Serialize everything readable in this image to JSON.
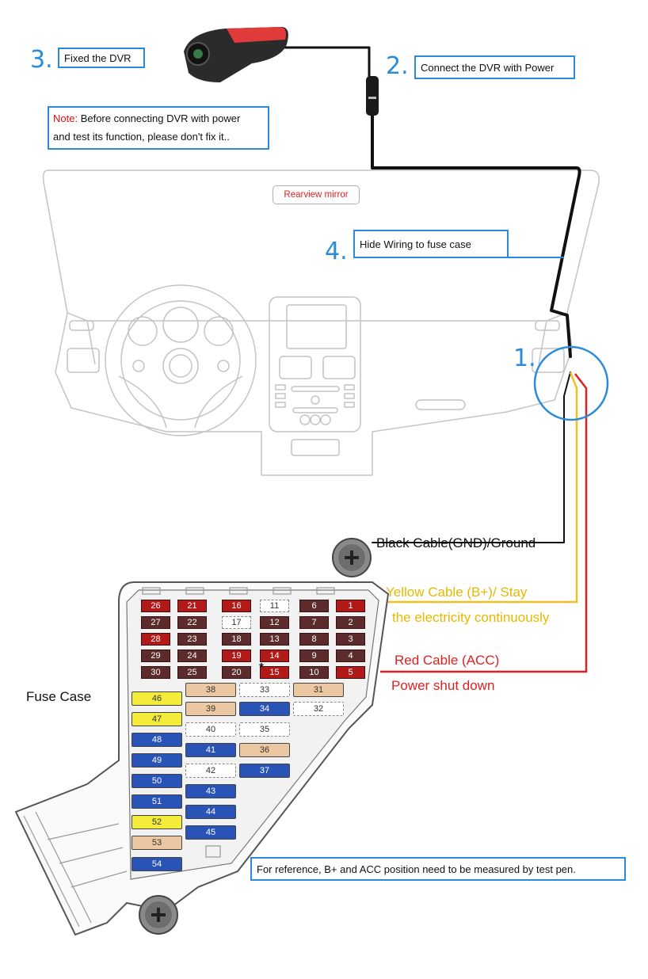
{
  "steps": {
    "fixed": {
      "num": "3.",
      "label": "Fixed the DVR"
    },
    "connect": {
      "num": "2.",
      "label": "Connect the DVR with Power"
    },
    "hide": {
      "num": "4.",
      "label": "Hide Wiring to fuse case"
    },
    "fuse_point": {
      "num": "1."
    }
  },
  "note": {
    "prefix": "Note:",
    "line1": " Before connecting DVR with power",
    "line2": "and test its function, please don't fix it.."
  },
  "mirror_label": "Rearview mirror",
  "cables": {
    "black": "Black Cable(GND)/Ground",
    "yellow_line1": "Yellow Cable (B+)/ Stay",
    "yellow_line2": "the electricity continuously",
    "red_line1": "Red Cable (ACC)",
    "red_line2": "Power shut down"
  },
  "fuse_case_label": "Fuse Case",
  "reference_note": "For reference, B+ and ACC position need to be measured by test pen.",
  "colors": {
    "accent_blue": "#2a8bdc",
    "yellow_cable": "#f0c020",
    "red_cable": "#e02020",
    "black_cable": "#111111"
  },
  "fuses": {
    "upper": [
      {
        "n": "26",
        "c": "red"
      },
      {
        "n": "21",
        "c": "red"
      },
      {
        "n": "16",
        "c": "red"
      },
      {
        "n": "11",
        "c": "white"
      },
      {
        "n": "6",
        "c": "dark"
      },
      {
        "n": "1",
        "c": "red"
      },
      {
        "n": "27",
        "c": "dark"
      },
      {
        "n": "22",
        "c": "dark"
      },
      {
        "n": "17",
        "c": "white"
      },
      {
        "n": "12",
        "c": "dark"
      },
      {
        "n": "7",
        "c": "dark"
      },
      {
        "n": "2",
        "c": "dark"
      },
      {
        "n": "28",
        "c": "red"
      },
      {
        "n": "23",
        "c": "dark"
      },
      {
        "n": "18",
        "c": "dark"
      },
      {
        "n": "13",
        "c": "dark"
      },
      {
        "n": "8",
        "c": "dark"
      },
      {
        "n": "3",
        "c": "dark"
      },
      {
        "n": "29",
        "c": "dark"
      },
      {
        "n": "24",
        "c": "dark"
      },
      {
        "n": "19",
        "c": "red"
      },
      {
        "n": "14",
        "c": "red"
      },
      {
        "n": "9",
        "c": "dark"
      },
      {
        "n": "4",
        "c": "dark"
      },
      {
        "n": "30",
        "c": "dark"
      },
      {
        "n": "25",
        "c": "dark"
      },
      {
        "n": "20",
        "c": "dark"
      },
      {
        "n": "15",
        "c": "red"
      },
      {
        "n": "10",
        "c": "dark"
      },
      {
        "n": "5",
        "c": "red"
      }
    ],
    "col_a": [
      {
        "n": "46",
        "c": "yellow"
      },
      {
        "n": "47",
        "c": "yellow"
      },
      {
        "n": "48",
        "c": "blue"
      },
      {
        "n": "49",
        "c": "blue"
      },
      {
        "n": "50",
        "c": "blue"
      },
      {
        "n": "51",
        "c": "blue"
      },
      {
        "n": "52",
        "c": "yellow"
      },
      {
        "n": "53",
        "c": "tan"
      },
      {
        "n": "54",
        "c": "blue"
      }
    ],
    "col_b": [
      {
        "n": "38",
        "c": "tan"
      },
      {
        "n": "39",
        "c": "tan"
      },
      {
        "n": "40",
        "c": "white"
      },
      {
        "n": "41",
        "c": "blue"
      },
      {
        "n": "42",
        "c": "white"
      },
      {
        "n": "43",
        "c": "blue"
      },
      {
        "n": "44",
        "c": "blue"
      },
      {
        "n": "45",
        "c": "blue"
      }
    ],
    "col_c": [
      {
        "n": "33",
        "c": "white"
      },
      {
        "n": "34",
        "c": "blue"
      },
      {
        "n": "35",
        "c": "white"
      },
      {
        "n": "36",
        "c": "tan"
      },
      {
        "n": "37",
        "c": "blue"
      }
    ],
    "col_d": [
      {
        "n": "31",
        "c": "tan"
      },
      {
        "n": "32",
        "c": "white"
      }
    ],
    "star": "*"
  }
}
